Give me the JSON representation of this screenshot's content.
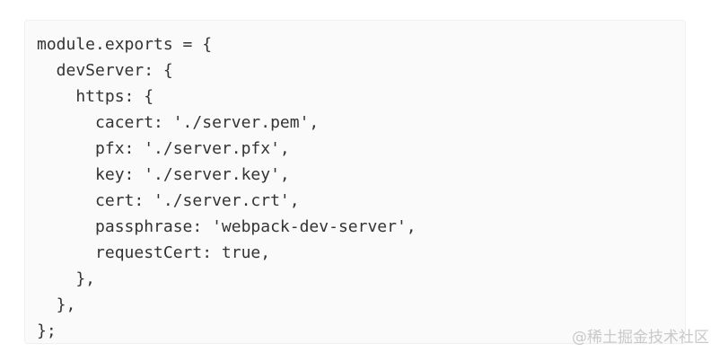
{
  "page": {
    "background_color": "#ffffff"
  },
  "code_block": {
    "language": "javascript",
    "background_color": "#fafafa",
    "border_color": "#f0f0f0",
    "text_color": "#333333",
    "content": "module.exports = {\n  devServer: {\n    https: {\n      cacert: './server.pem',\n      pfx: './server.pfx',\n      key: './server.key',\n      cert: './server.crt',\n      passphrase: 'webpack-dev-server',\n      requestCert: true,\n    },\n  },\n};",
    "lines": [
      "module.exports = {",
      "  devServer: {",
      "    https: {",
      "      cacert: './server.pem',",
      "      pfx: './server.pfx',",
      "      key: './server.key',",
      "      cert: './server.crt',",
      "      passphrase: 'webpack-dev-server',",
      "      requestCert: true,",
      "    },",
      "  },",
      "};"
    ]
  },
  "watermark": {
    "text": "@稀土掘金技术社区",
    "color": "#c9c9c9"
  }
}
